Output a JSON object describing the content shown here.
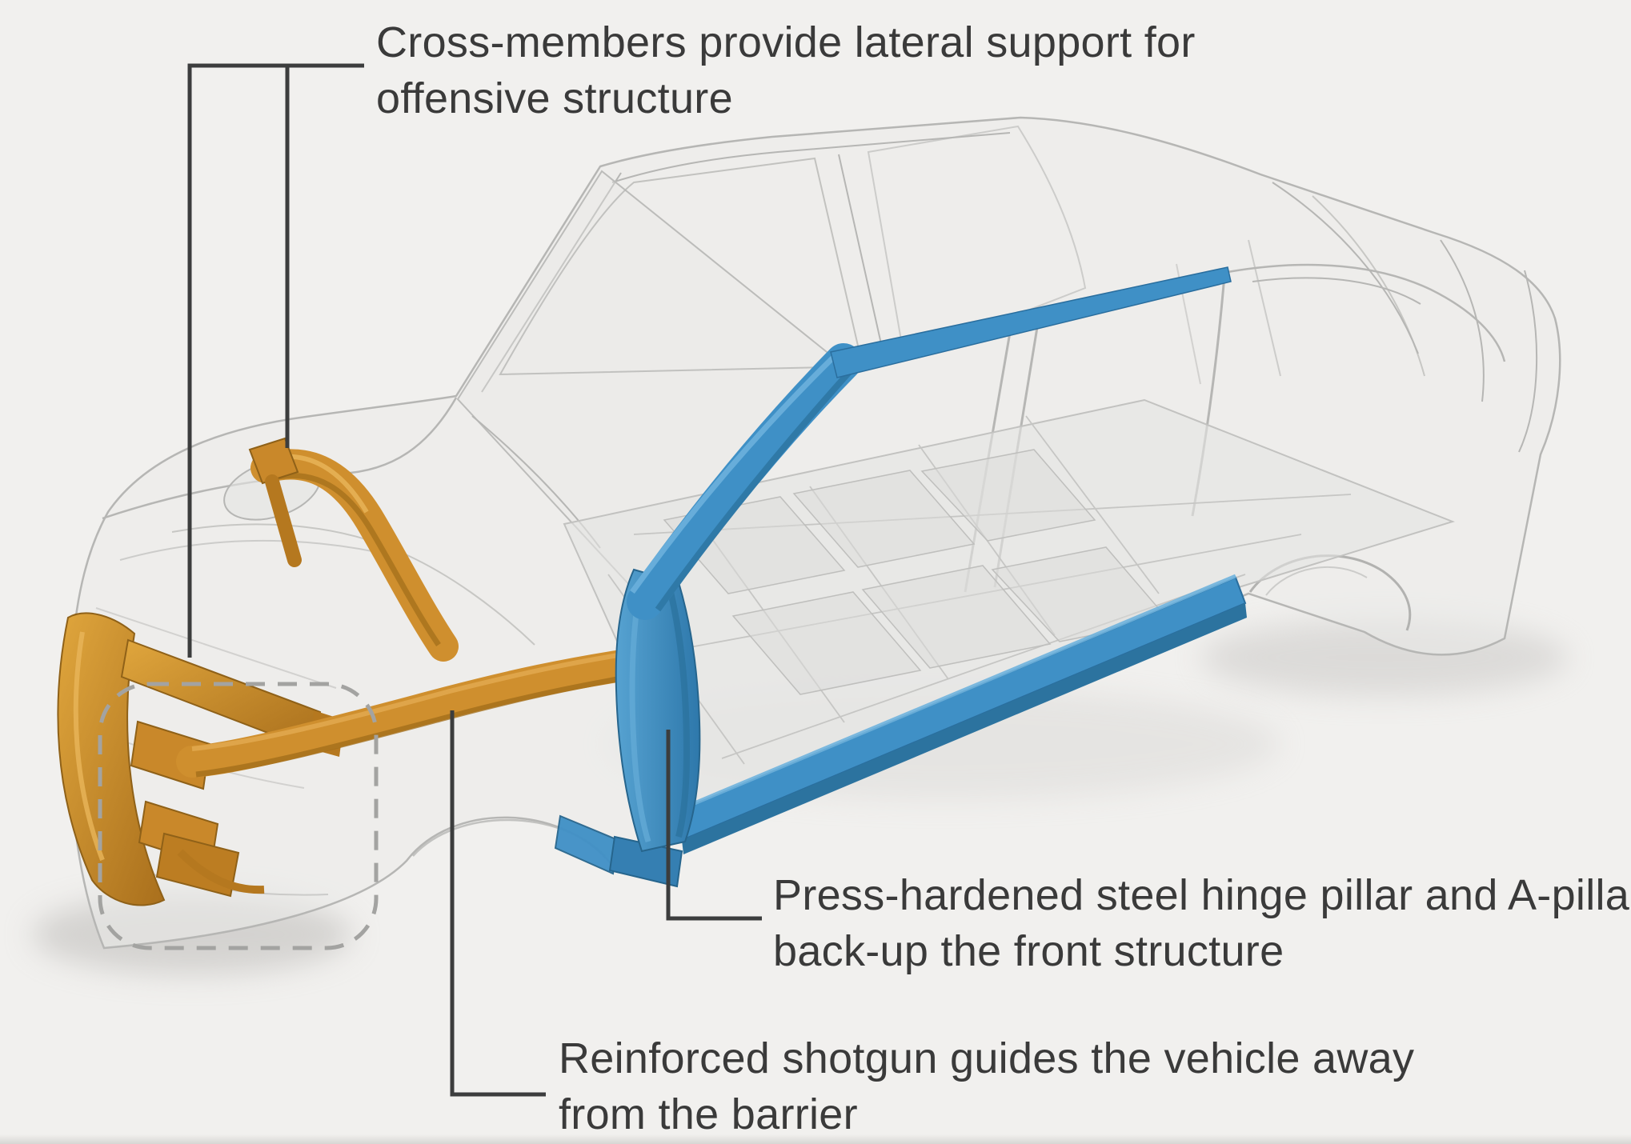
{
  "page": {
    "background": "#f1f0ee"
  },
  "diagram": {
    "subject": "vehicle body-in-white crash structure",
    "annotations": [
      {
        "id": "cross-members",
        "lines": [
          "Cross-members provide lateral support for",
          "offensive structure"
        ]
      },
      {
        "id": "hinge-pillar",
        "lines": [
          "Press-hardened steel hinge pillar and A-pillar",
          "back-up the front structure"
        ]
      },
      {
        "id": "shotgun",
        "lines": [
          "Reinforced shotgun guides the vehicle away",
          "from the barrier"
        ]
      }
    ],
    "highlighted_parts": [
      {
        "name": "front bumper beam and cross-members",
        "color": "#cf8f2e"
      },
      {
        "name": "reinforced shotgun rail",
        "color": "#cf8f2e"
      },
      {
        "name": "hinge pillar, A-pillar and rocker",
        "color": "#3f90c6"
      }
    ],
    "colors": {
      "text": "#3a3a3a",
      "leader_line": "#3c3d3d",
      "dashed_outline": "#a3a3a1",
      "highlight_orange": "#cf8f2e",
      "highlight_blue": "#3f90c6",
      "ghost_body": "#b6b6b4",
      "background": "#f1f0ee"
    }
  }
}
